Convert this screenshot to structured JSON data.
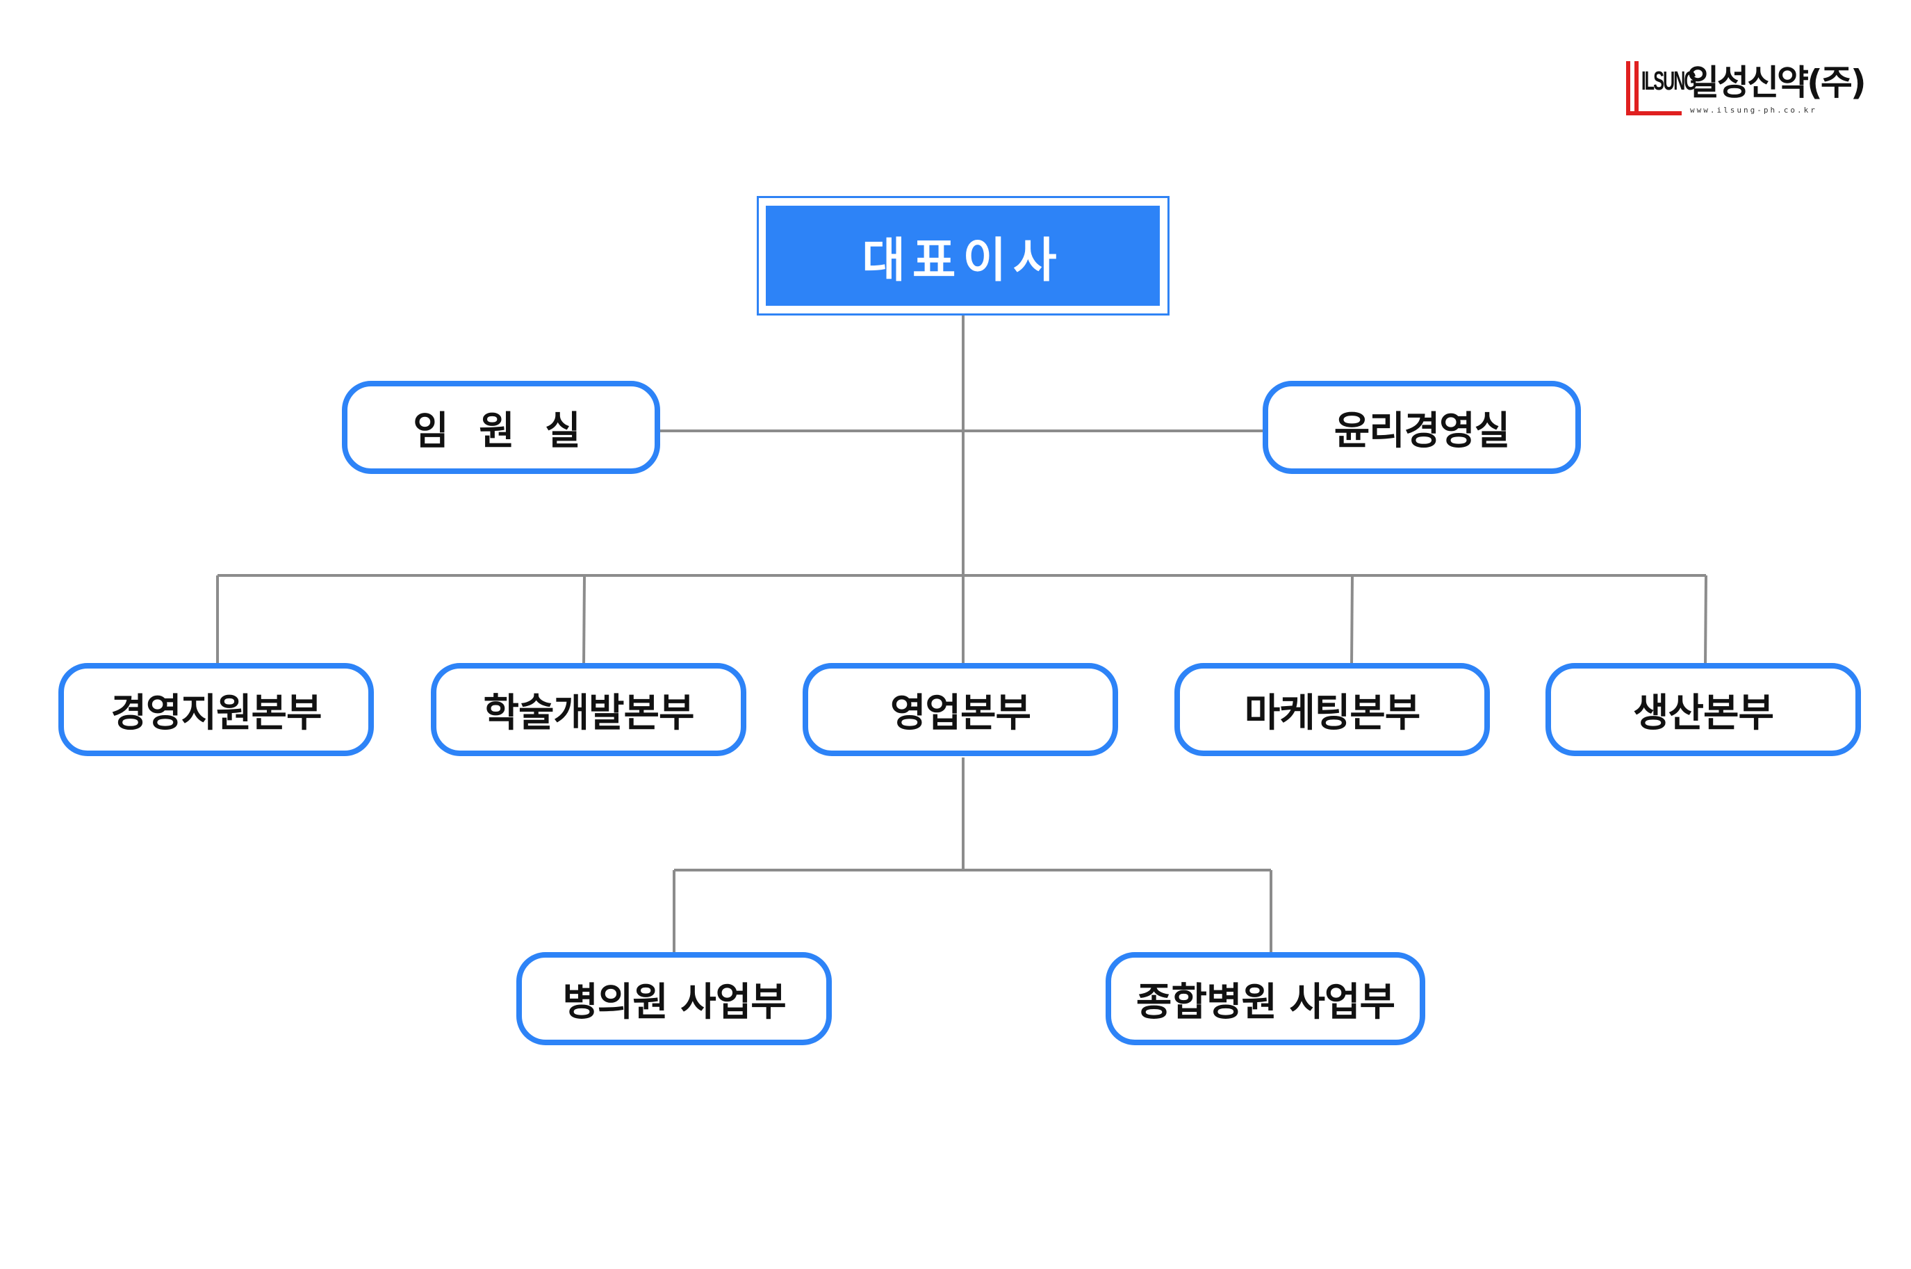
{
  "logo": {
    "mark": "ILSUNG",
    "name": "일성신약(주)",
    "url": "www.ilsung-ph.co.kr"
  },
  "org_chart": {
    "ceo": "대표이사",
    "staff_left": "임 원 실",
    "staff_right": "윤리경영실",
    "divisions": [
      "경영지원본부",
      "학술개발본부",
      "영업본부",
      "마케팅본부",
      "생산본부"
    ],
    "sales_units": [
      "병의원 사업부",
      "종합병원 사업부"
    ]
  },
  "colors": {
    "accent": "#2d83f7",
    "connector": "#8c8c8c",
    "logo_red": "#e02020"
  }
}
